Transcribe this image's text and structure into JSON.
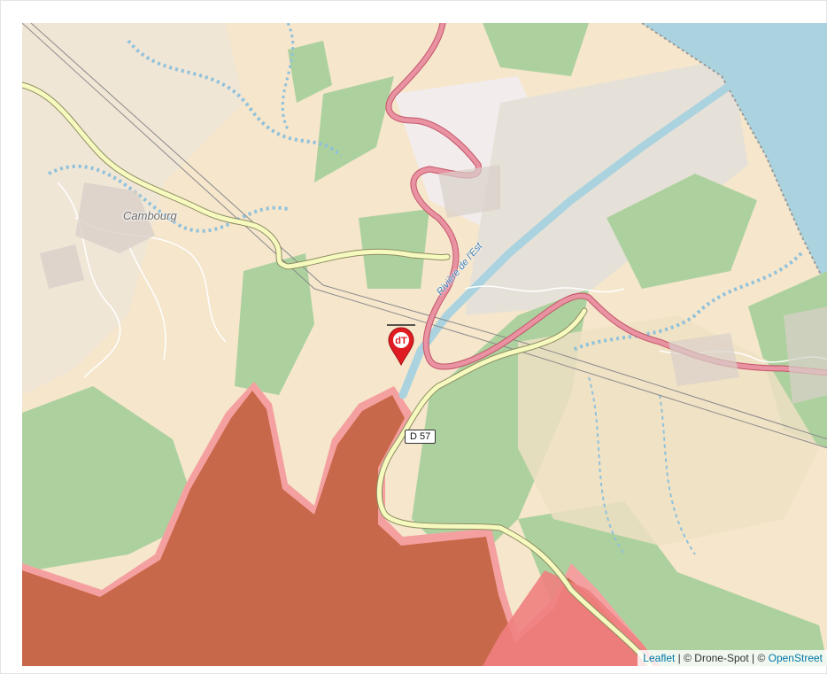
{
  "map": {
    "place_label": "Cambourg",
    "river_label": "Rivière de l'Est",
    "road_label": "D 57",
    "marker": {
      "logo_text": "dT",
      "color": "#e01b22"
    },
    "attribution": {
      "leaflet_link": "Leaflet",
      "separator_1": " | © Drone-Spot | © ",
      "osm_link": "OpenStreet"
    },
    "colors": {
      "background": "#f2efe9",
      "farmland": "#f5e6cc",
      "forest": "#add19e",
      "restricted_zone": "#c8684a",
      "restricted_edge": "#f5a0a0",
      "sea": "#aad3df",
      "primary_road": "#e892a2",
      "secondary_road": "#f7fabf",
      "river": "#aad3df",
      "marker": "#e01b22"
    }
  }
}
